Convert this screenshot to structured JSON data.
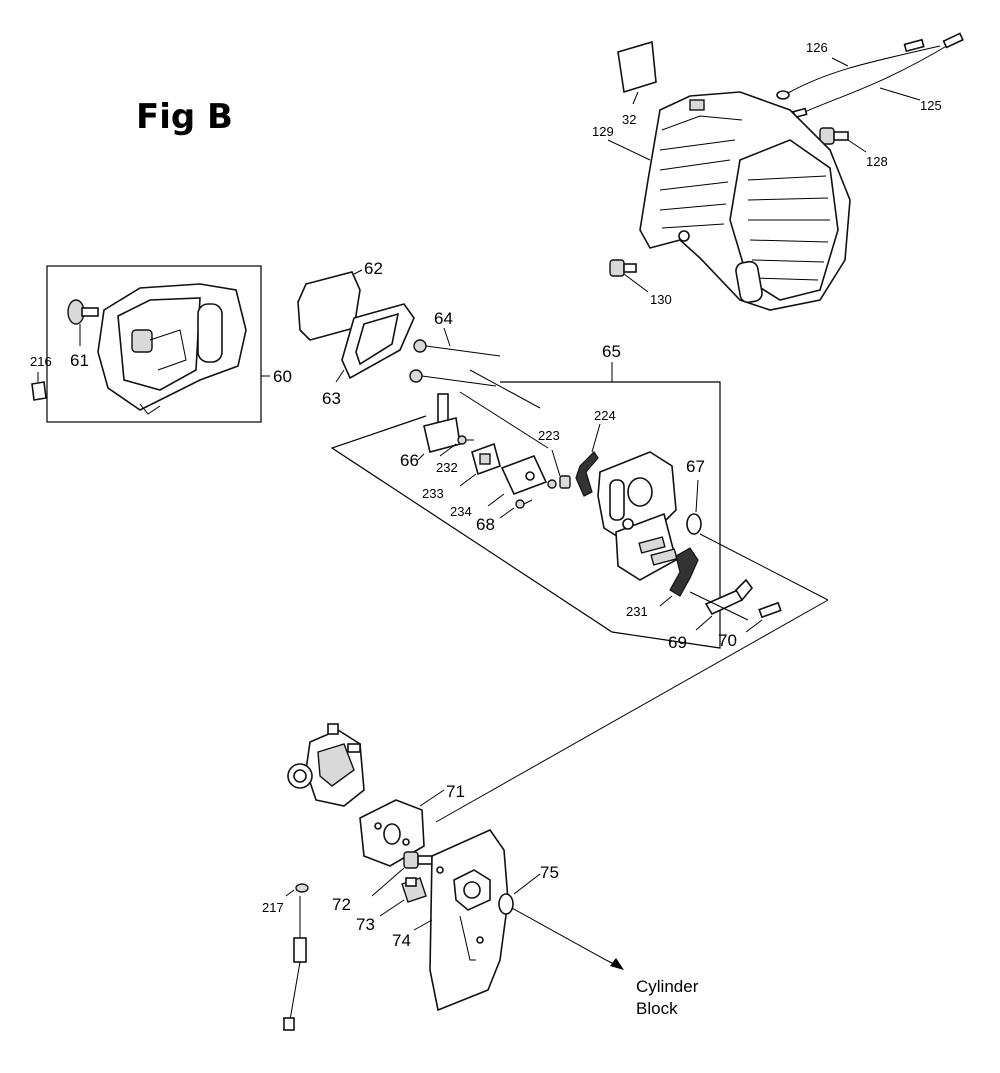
{
  "title": "Fig B",
  "note": {
    "line1": "Cylinder",
    "line2": "Block"
  },
  "callouts": {
    "p32": "32",
    "p126": "126",
    "p125": "125",
    "p128": "128",
    "p129": "129",
    "p130": "130",
    "p216": "216",
    "p61": "61",
    "p60": "60",
    "p62": "62",
    "p63": "63",
    "p64": "64",
    "p65": "65",
    "p66": "66",
    "p232": "232",
    "p233": "233",
    "p234": "234",
    "p68": "68",
    "p223": "223",
    "p224": "224",
    "p67": "67",
    "p231": "231",
    "p69": "69",
    "p70": "70",
    "p71": "71",
    "p72": "72",
    "p73": "73",
    "p74": "74",
    "p75": "75",
    "p217": "217"
  }
}
